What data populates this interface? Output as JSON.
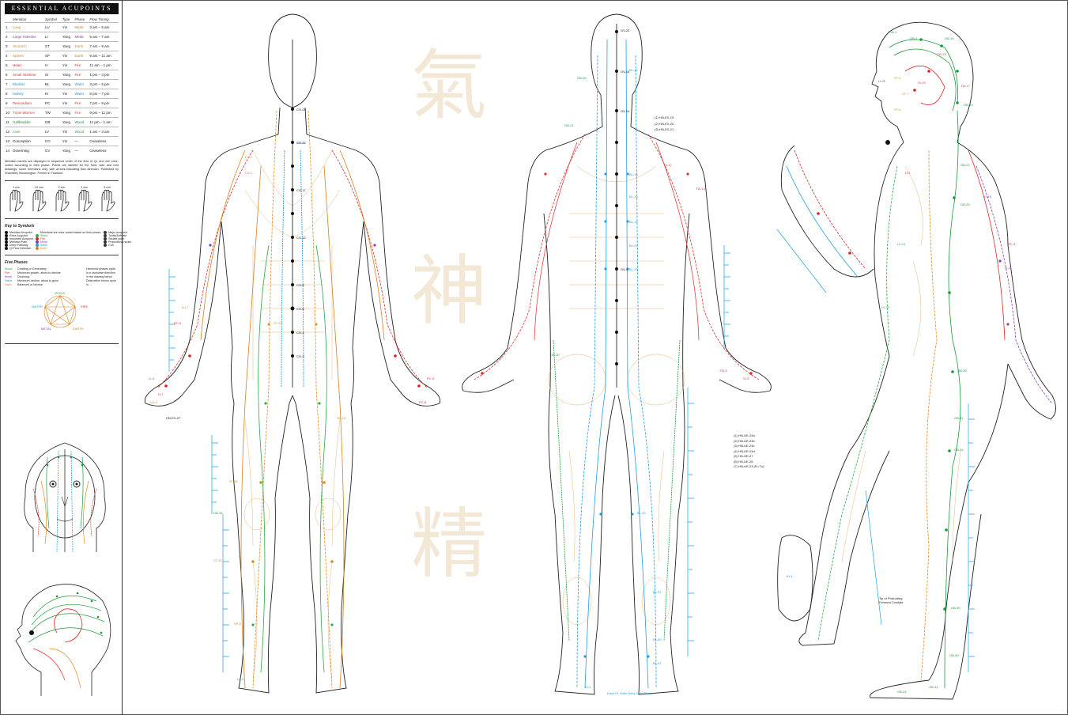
{
  "poster": {
    "title": "ESSENTIAL ACUPOINTS",
    "chinese_chars": [
      "氣",
      "神",
      "精"
    ]
  },
  "colors": {
    "lung": "#d9821a",
    "large_intestine": "#8a3fb0",
    "stomach": "#e08a1e",
    "spleen": "#d98020",
    "heart": "#e02020",
    "small_intestine": "#e03030",
    "bladder": "#1ea0e0",
    "kidney": "#1a90e8",
    "pericardium": "#e02828",
    "triple_warmer": "#e04040",
    "gallbladder": "#1a9a3c",
    "liver": "#2aa84a",
    "conception": "#111111",
    "governing": "#111111"
  },
  "meridian_table": {
    "headers": [
      "Meridian",
      "Symbol",
      "Type",
      "Phase",
      "Flow Timing"
    ],
    "rows": [
      {
        "num": "1",
        "name": "Lung",
        "symbol": "LU",
        "type": "Yin",
        "phase": "Metal",
        "timing": "3 am – 5 am",
        "color": "#d9821a"
      },
      {
        "num": "2",
        "name": "Large Intestine",
        "symbol": "LI",
        "type": "Yang",
        "phase": "Metal",
        "timing": "5 am – 7 am",
        "color": "#8a3fb0"
      },
      {
        "num": "3",
        "name": "Stomach",
        "symbol": "ST",
        "type": "Yang",
        "phase": "Earth",
        "timing": "7 am – 9 am",
        "color": "#e08a1e"
      },
      {
        "num": "4",
        "name": "Spleen",
        "symbol": "SP",
        "type": "Yin",
        "phase": "Earth",
        "timing": "9 am – 11 am",
        "color": "#d98020"
      },
      {
        "num": "5",
        "name": "Heart",
        "symbol": "H",
        "type": "Yin",
        "phase": "Fire",
        "timing": "11 am – 1 pm",
        "color": "#e02020"
      },
      {
        "num": "6",
        "name": "Small Intestine",
        "symbol": "SI",
        "type": "Yang",
        "phase": "Fire",
        "timing": "1 pm – 3 pm",
        "color": "#e03030"
      },
      {
        "num": "7",
        "name": "Bladder",
        "symbol": "BL",
        "type": "Yang",
        "phase": "Water",
        "timing": "3 pm – 5 pm",
        "color": "#1ea0e0"
      },
      {
        "num": "8",
        "name": "Kidney",
        "symbol": "KI",
        "type": "Yin",
        "phase": "Water",
        "timing": "5 pm – 7 pm",
        "color": "#1a90e8"
      },
      {
        "num": "9",
        "name": "Pericardium",
        "symbol": "PC",
        "type": "Yin",
        "phase": "Fire",
        "timing": "7 pm – 9 pm",
        "color": "#e02828"
      },
      {
        "num": "10",
        "name": "Triple Warmer",
        "symbol": "TW",
        "type": "Yang",
        "phase": "Fire",
        "timing": "9 pm – 11 pm",
        "color": "#e04040"
      },
      {
        "num": "11",
        "name": "Gallbladder",
        "symbol": "GB",
        "type": "Yang",
        "phase": "Wood",
        "timing": "11 pm – 1 am",
        "color": "#1a9a3c"
      },
      {
        "num": "12",
        "name": "Liver",
        "symbol": "LV",
        "type": "Yin",
        "phase": "Wood",
        "timing": "1 am – 3 am",
        "color": "#2aa84a"
      },
      {
        "num": "13",
        "name": "Conception",
        "symbol": "CO",
        "type": "Yin",
        "phase": "—",
        "timing": "Ceaseless",
        "color": "#111111"
      },
      {
        "num": "14",
        "name": "Governing",
        "symbol": "GV",
        "type": "Yang",
        "phase": "—",
        "timing": "Ceaseless",
        "color": "#111111"
      }
    ]
  },
  "description": "Meridian names are displayed in sequence order of the flow of Qi, and are color-coded according to their phase. Points are labeled for the front, side and rear drawings; some meridians only, with arrows indicating flow direction. Published by ShanWell, Bloomington. Printed in Thailand.",
  "hands": [
    {
      "label": "1 cun"
    },
    {
      "label": "1.5 cun"
    },
    {
      "label": "2 cun"
    },
    {
      "label": "3 cun"
    },
    {
      "label": "3 cun"
    }
  ],
  "key": {
    "heading": "Key to Symbols",
    "col1": [
      "Meridian Acupoint",
      "Extra Acupoint",
      "Important Acupoint",
      "Meridian Path",
      "Deep Pathway",
      "Qi Flow Direction"
    ],
    "col2": [
      "Meridians are color-coded based on their phase:",
      "Wood",
      "Fire",
      "Metal",
      "Water",
      "Earth"
    ],
    "col2_colors": [
      "",
      "#2aa84a",
      "#e02020",
      "#8a3fb0",
      "#1ea0e0",
      "#d98020"
    ],
    "col3": [
      "Major acupoint",
      "Tonify/Activate",
      "Sedate point",
      "Proportional scale",
      "Cun"
    ]
  },
  "five_phases": {
    "heading": "Five Phases",
    "rows": [
      {
        "phase": "Wood",
        "desc": "Creating or Generating",
        "color": "#2aa84a"
      },
      {
        "phase": "Fire",
        "desc": "Maximum growth, about to decline",
        "color": "#e02020"
      },
      {
        "phase": "Metal",
        "desc": "Declining",
        "color": "#8a3fb0"
      },
      {
        "phase": "Water",
        "desc": "Maximum decline, about to grow",
        "color": "#1ea0e0"
      },
      {
        "phase": "Earth",
        "desc": "Balanced or Neutral",
        "color": "#d98020"
      }
    ],
    "side_note": "Harmonic phases cycle in a clockwise direction in the drawing below. Destructive forces cycle in ...",
    "pentagon": [
      "WOOD",
      "FIRE",
      "EARTH",
      "METAL",
      "WATER"
    ]
  },
  "figures": {
    "front": {
      "labels": [
        "CO-24",
        "CO-22",
        "CO-17",
        "CO-12",
        "CO-8",
        "CO-6",
        "CO-4",
        "CO-3",
        "ST-36",
        "SP-6",
        "LV-3",
        "ST-25",
        "LI-4",
        "PC-6",
        "H-7",
        "LU-7",
        "LU-9",
        "PC-8",
        "PC-9",
        "SP-10",
        "GB-34",
        "ST-40",
        "KI-27",
        "LU-1",
        "LU-2",
        "HN-EX-27"
      ]
    },
    "back": {
      "labels": [
        "GV-20",
        "GV-16",
        "GV-14",
        "GV-4",
        "BL-10",
        "BL-13",
        "BL-15",
        "BL-18",
        "BL-20",
        "BL-23",
        "BL-40",
        "BL-57",
        "BL-60",
        "BL-67",
        "GB-20",
        "GB-21",
        "GB-30",
        "TW-5",
        "SI-3",
        "SI-11",
        "TW-14",
        "KI-1"
      ],
      "legend_a": [
        "(1) HN-EX-19",
        "(2) HN-EX-20",
        "(3) HN-EX-21"
      ],
      "legend_b": [
        "(1) HN-UE-24a",
        "(2) HN-UE-24b",
        "(3) HN-UE-24c",
        "(4) HN-UE-24d",
        "(5) HN-UE-27",
        "(6) HN-UE-28",
        "(7) HN-UE-23 (Fu Tu)"
      ],
      "footnote": "Each Pt. Rolls Deep Side Thumb"
    },
    "side": {
      "labels": [
        "GB-1",
        "GB-2",
        "GB-14",
        "GB-20",
        "GB-21",
        "GB-25",
        "GB-30",
        "GB-31",
        "GB-34",
        "GB-39",
        "GB-40",
        "GB-41",
        "GB-44",
        "TW-17",
        "TW-23",
        "SI-19",
        "ST-2",
        "ST-6",
        "ST-7",
        "LI-11",
        "LI-15",
        "LI-20",
        "H-1",
        "LV-13",
        "LV-14",
        "PC-3",
        "KI-1"
      ],
      "note": "Tip of Protruding Femoral Condyle"
    }
  }
}
